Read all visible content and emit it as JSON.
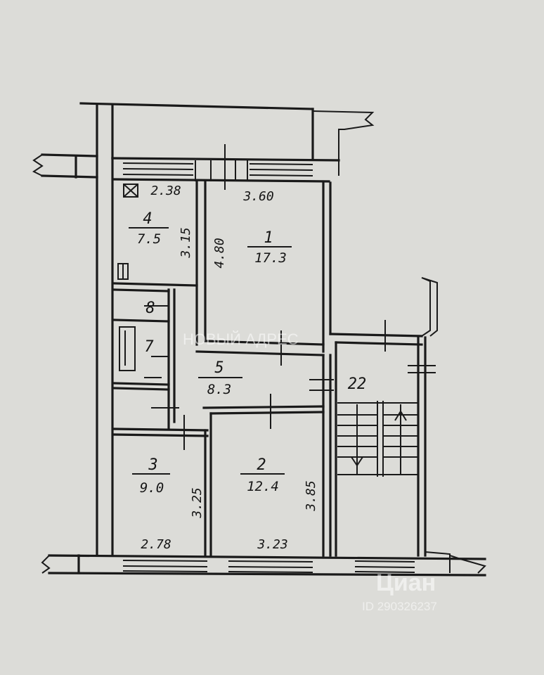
{
  "rooms": [
    {
      "id": "1",
      "number": "1",
      "area": "17.3"
    },
    {
      "id": "2",
      "number": "2",
      "area": "12.4"
    },
    {
      "id": "3",
      "number": "3",
      "area": "9.0"
    },
    {
      "id": "4",
      "number": "4",
      "area": "7.5"
    },
    {
      "id": "5",
      "number": "5",
      "area": "8.3"
    },
    {
      "id": "7",
      "number": "7"
    },
    {
      "id": "8",
      "number": "8"
    }
  ],
  "dimensions": {
    "room1_width": "3.60",
    "room1_length": "4.80",
    "room2_width": "3.23",
    "room2_length": "3.85",
    "room3_width": "2.78",
    "room3_length": "3.25",
    "room4_width": "2.38",
    "room4_length": "3.15"
  },
  "stair_label": "22",
  "watermark": {
    "brand": "Циан",
    "id_text": "ID 290326237",
    "center_text": "НОВЫЙ АДРЕС"
  },
  "colors": {
    "paper": "#dcdcd8",
    "ink": "#1a1a1a"
  }
}
